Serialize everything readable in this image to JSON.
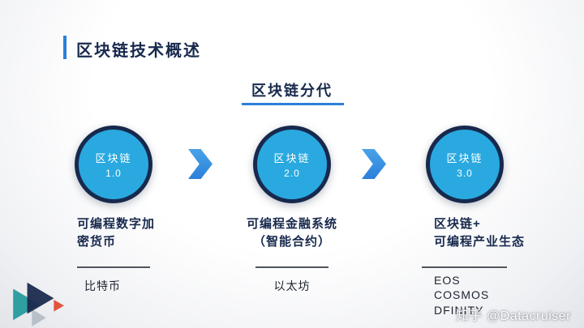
{
  "slide": {
    "title": "区块链技术概述",
    "section_title": "区块链分代",
    "watermark": "知乎 @Datacruiser"
  },
  "generations": [
    {
      "circle_line1": "区块链",
      "circle_line2": "1.0",
      "description": "可编程数字加\n密货币",
      "examples": "比特币"
    },
    {
      "circle_line1": "区块链",
      "circle_line2": "2.0",
      "description": "可编程金融系统\n（智能合约）",
      "examples": "以太坊"
    },
    {
      "circle_line1": "区块链",
      "circle_line2": "3.0",
      "description": "区块链+\n可编程产业生态",
      "examples": "EOS\nCOSMOS\nDFINITY"
    }
  ],
  "colors": {
    "accent_blue": "#2b7fd9",
    "circle_fill": "#29a9e0",
    "circle_ring": "#17294d",
    "title_text": "#17294d"
  },
  "icons": {
    "arrow": "chevron-right-icon",
    "logo": "triangles-logo-icon"
  }
}
